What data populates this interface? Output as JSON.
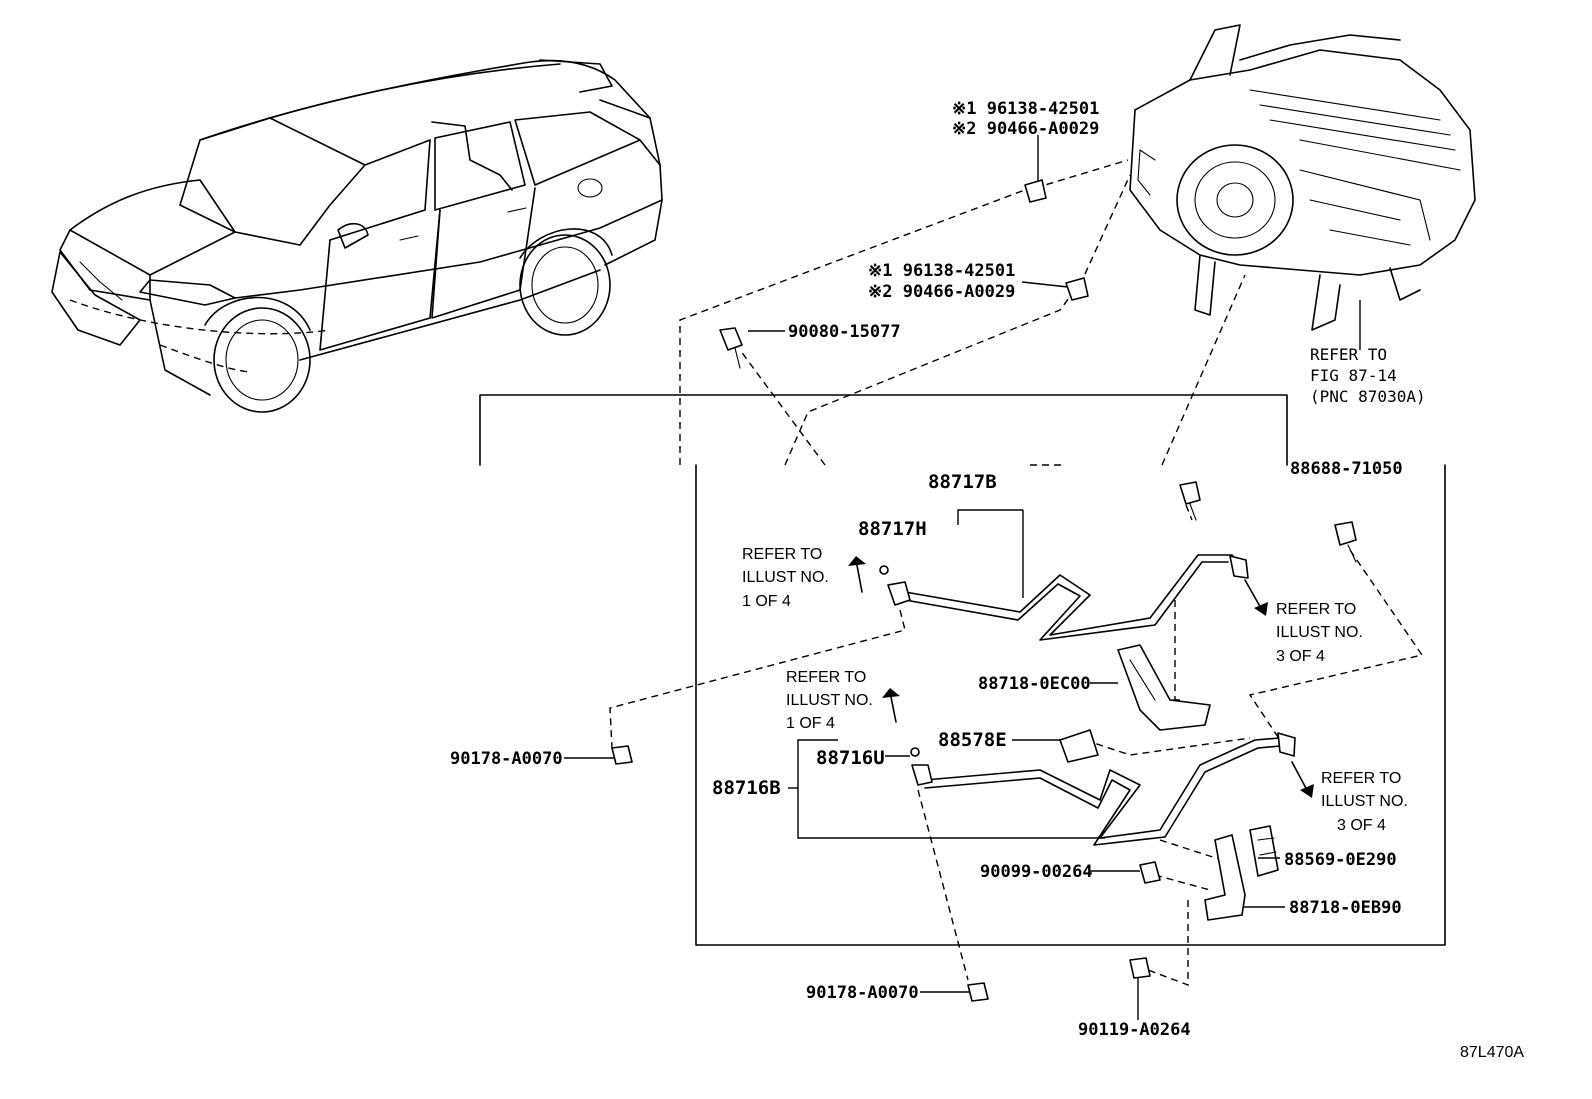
{
  "figure_code": "87L470A",
  "top_clip_1": {
    "l1": "※1 96138-42501",
    "l2": "※2 90466-A0029"
  },
  "top_clip_2": {
    "l1": "※1 96138-42501",
    "l2": "※2 90466-A0029"
  },
  "bolt_top": "90080-15077",
  "refer_fig": {
    "l1": "REFER TO",
    "l2": "FIG 87-14",
    "l3": "(PNC 87030A)"
  },
  "cut_label": "88688-71050",
  "hose_upper": "88717B",
  "oring_upper": "88717H",
  "hose_lower": "88716B",
  "oring_lower": "88716U",
  "refer_1_upper": {
    "l1": "REFER TO",
    "l2": "ILLUST NO.",
    "l3": "1 OF 4"
  },
  "refer_3_upper": {
    "l1": "REFER TO",
    "l2": "ILLUST NO.",
    "l3": "3 OF 4"
  },
  "refer_1_lower": {
    "l1": "REFER TO",
    "l2": "ILLUST NO.",
    "l3": "1 OF 4"
  },
  "refer_3_lower": {
    "l1": "REFER TO",
    "l2": "ILLUST NO.",
    "l3": "3 OF 4"
  },
  "bracket_upper": "88718-0EC00",
  "cushion": "88578E",
  "clamp": "88569-0E290",
  "bolt_mid": "90099-00264",
  "bracket_lower": "88718-0EB90",
  "nut_left": "90178-A0070",
  "nut_bottom": "90178-A0070",
  "bolt_bottom": "90119-A0264"
}
